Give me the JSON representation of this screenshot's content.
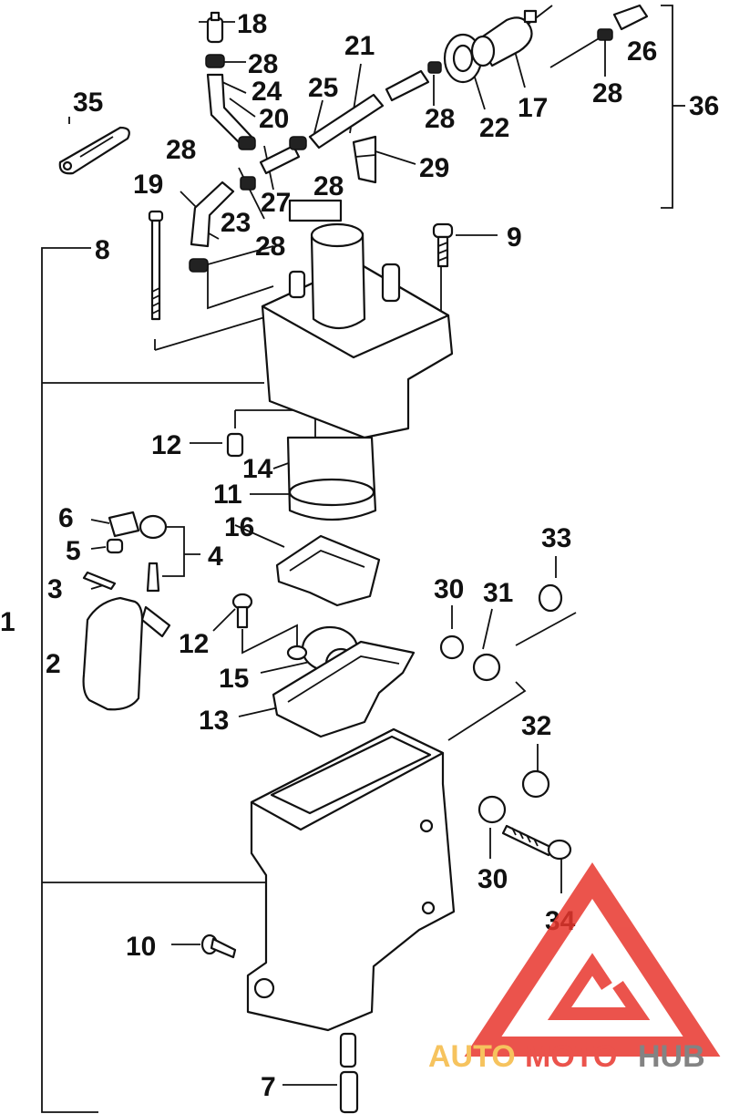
{
  "callouts": {
    "c1": "1",
    "c2": "2",
    "c3": "3",
    "c4": "4",
    "c5": "5",
    "c6": "6",
    "c7": "7",
    "c8": "8",
    "c9": "9",
    "c10": "10",
    "c11": "11",
    "c12a": "12",
    "c12b": "12",
    "c13": "13",
    "c14": "14",
    "c15": "15",
    "c16": "16",
    "c17": "17",
    "c18": "18",
    "c19": "19",
    "c20": "20",
    "c21": "21",
    "c22": "22",
    "c23": "23",
    "c24": "24",
    "c25": "25",
    "c26": "26",
    "c27": "27",
    "c28a": "28",
    "c28b": "28",
    "c28c": "28",
    "c28d": "28",
    "c28e": "28",
    "c28f": "28",
    "c29": "29",
    "c30a": "30",
    "c30b": "30",
    "c31": "31",
    "c32": "32",
    "c33": "33",
    "c34": "34",
    "c35": "35",
    "c36": "36"
  },
  "watermark": {
    "part1": "AUTO",
    "part2": "MOTO",
    "part3": "HUB",
    "color_logo": "#e8362d",
    "color_text_1": "#f5b942",
    "color_text_2": "#e8362d",
    "color_text_3": "#6e6e6e"
  }
}
